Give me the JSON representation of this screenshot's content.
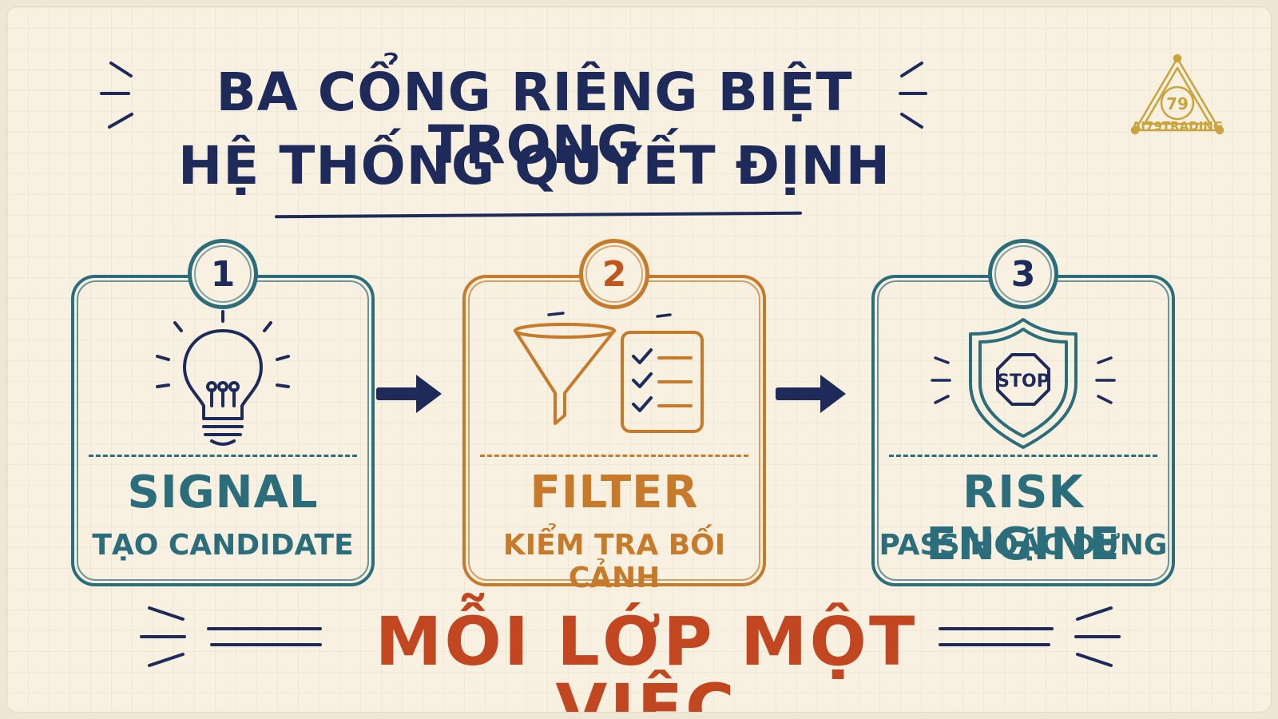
{
  "title": {
    "line1": "BA CỔNG RIÊNG BIỆT TRONG",
    "line2": "HỆ THỐNG QUYẾT ĐỊNH"
  },
  "cards": [
    {
      "number": "1",
      "name": "SIGNAL",
      "subtitle": "TẠO CANDIDATE",
      "icon": "lightbulb-icon",
      "color": "#2b6d7a"
    },
    {
      "number": "2",
      "name": "FILTER",
      "subtitle": "KIỂM TRA BỐI CẢNH",
      "icon": "funnel-checklist-icon",
      "color": "#c77a2a"
    },
    {
      "number": "3",
      "name": "RISK ENGINE",
      "subtitle": "PASS HOẶC DỪNG",
      "icon": "shield-stop-icon",
      "stop_text": "STOP",
      "color": "#2b6d7a"
    }
  ],
  "footer": "MỖI LỚP MỘT VIỆC",
  "logo": {
    "text": "AI79TRADING",
    "mark": "79"
  },
  "colors": {
    "navy": "#1d2a5a",
    "teal": "#2b6d7a",
    "orange": "#c77a2a",
    "red": "#c2461f",
    "gold": "#c9a43c"
  }
}
